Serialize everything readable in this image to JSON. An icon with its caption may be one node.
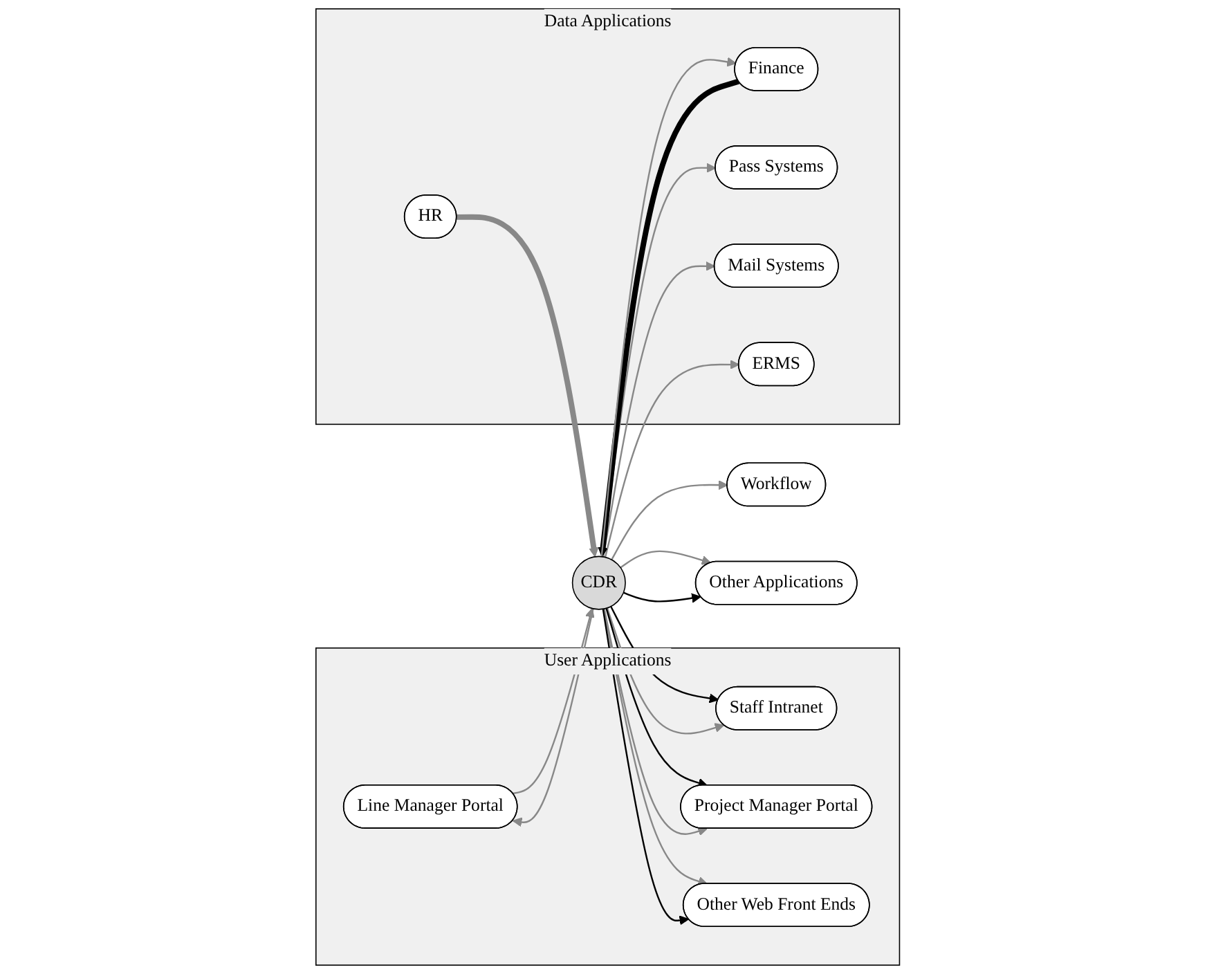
{
  "diagram": {
    "nodes": [
      {
        "text": [
          "User Applications"
        ]
      },
      {
        "text": [
          "Staff Intranet"
        ],
        "in": 0
      },
      {
        "text": [
          "Line Manager Portal"
        ],
        "in": 0
      },
      {
        "text": [
          "Project Manager Portal"
        ],
        "in": 0
      },
      {
        "text": [
          "Other Web Front Ends"
        ],
        "in": 0
      },
      {
        "text": [
          "CDR"
        ]
      },
      {
        "text": [
          "Workflow"
        ]
      },
      {
        "text": [
          "Data Applications"
        ]
      },
      {
        "text": [
          "Finance"
        ],
        "in": 7
      },
      {
        "text": [
          "Other Applications"
        ]
      },
      {
        "text": [
          "HR"
        ],
        "in": 7
      },
      {
        "text": [
          "Pass Systems"
        ],
        "in": 7
      },
      {
        "text": [
          "Mail Systems"
        ],
        "in": 7
      },
      {
        "text": [
          "ERMS"
        ],
        "in": 7
      }
    ],
    "edges": [
      {
        "from": 5,
        "to": 1,
        "arrow": "to",
        "color": "#000000"
      },
      {
        "from": 5,
        "to": 1,
        "arrow": "to"
      },
      {
        "from": 5,
        "to": 2,
        "arrow": "to"
      },
      {
        "from": 2,
        "to": 5,
        "arrow": "to"
      },
      {
        "from": 5,
        "to": 3,
        "arrow": "to",
        "color": "#000000"
      },
      {
        "from": 5,
        "to": 3,
        "arrow": "to"
      },
      {
        "from": 5,
        "to": 4,
        "arrow": "to"
      },
      {
        "from": 5,
        "to": 4,
        "arrow": "to",
        "color": "#000000"
      },
      {
        "from": 5,
        "to": 6,
        "arrow": "to"
      },
      {
        "from": 5,
        "to": 9,
        "arrow": "to"
      },
      {
        "from": 5,
        "to": 9,
        "arrow": "to",
        "color": "#000000"
      },
      {
        "from": 5,
        "to": 13,
        "arrow": "to"
      },
      {
        "from": 5,
        "to": 12,
        "arrow": "to"
      },
      {
        "from": 5,
        "to": 11,
        "arrow": "to"
      },
      {
        "from": 10,
        "to": 5,
        "arrow": "to",
        "style": "thick"
      },
      {
        "from": 8,
        "to": 5,
        "arrow": "to",
        "style": "thick",
        "color": "#000000"
      },
      {
        "from": 5,
        "to": 8,
        "arrow": "to"
      }
    ]
  }
}
